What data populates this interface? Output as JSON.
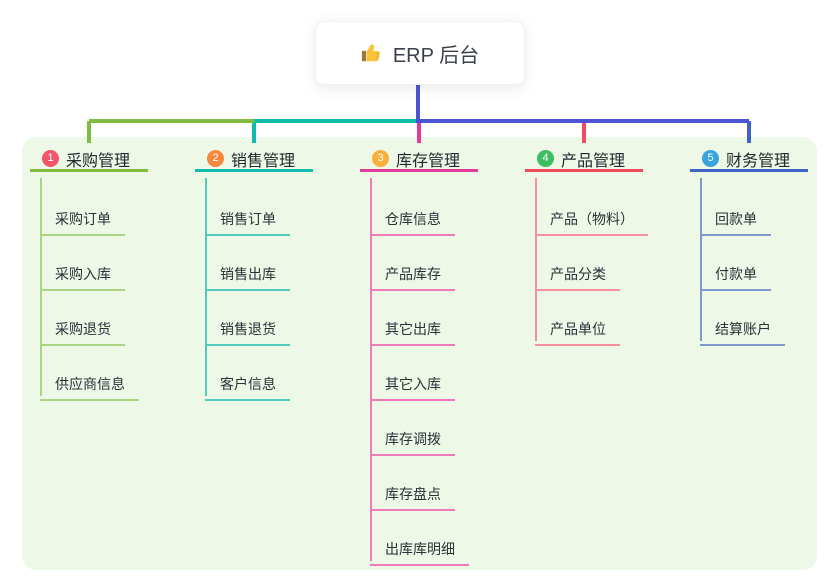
{
  "root": {
    "title": "ERP 后台",
    "icon": "thumbs-up-icon"
  },
  "colors": {
    "connector_blue": "#4B55D3",
    "panel_background": "#EDF8E7",
    "root_text": "#3A4049"
  },
  "branches": [
    {
      "badge": "1",
      "badge_color": "#F2566A",
      "line_color": "#7FBC41",
      "child_line_color": "#A9D584",
      "title": "采购管理",
      "children": [
        "采购订单",
        "采购入库",
        "采购退货",
        "供应商信息"
      ]
    },
    {
      "badge": "2",
      "badge_color": "#F6883E",
      "line_color": "#10BDAD",
      "child_line_color": "#52CABE",
      "title": "销售管理",
      "children": [
        "销售订单",
        "销售出库",
        "销售退货",
        "客户信息"
      ]
    },
    {
      "badge": "3",
      "badge_color": "#FAAF3C",
      "line_color": "#E13C99",
      "child_line_color": "#EF7ABA",
      "title": "库存管理",
      "children": [
        "仓库信息",
        "产品库存",
        "其它出库",
        "其它入库",
        "库存调拨",
        "库存盘点",
        "出库库明细"
      ]
    },
    {
      "badge": "4",
      "badge_color": "#3DBE62",
      "line_color": "#F44A60",
      "child_line_color": "#F7909B",
      "title": "产品管理",
      "children": [
        "产品（物料）",
        "产品分类",
        "产品单位"
      ]
    },
    {
      "badge": "5",
      "badge_color": "#37A4DE",
      "line_color": "#4063C8",
      "child_line_color": "#7F99CD",
      "title": "财务管理",
      "children": [
        "回款单",
        "付款单",
        "结算账户"
      ]
    }
  ]
}
